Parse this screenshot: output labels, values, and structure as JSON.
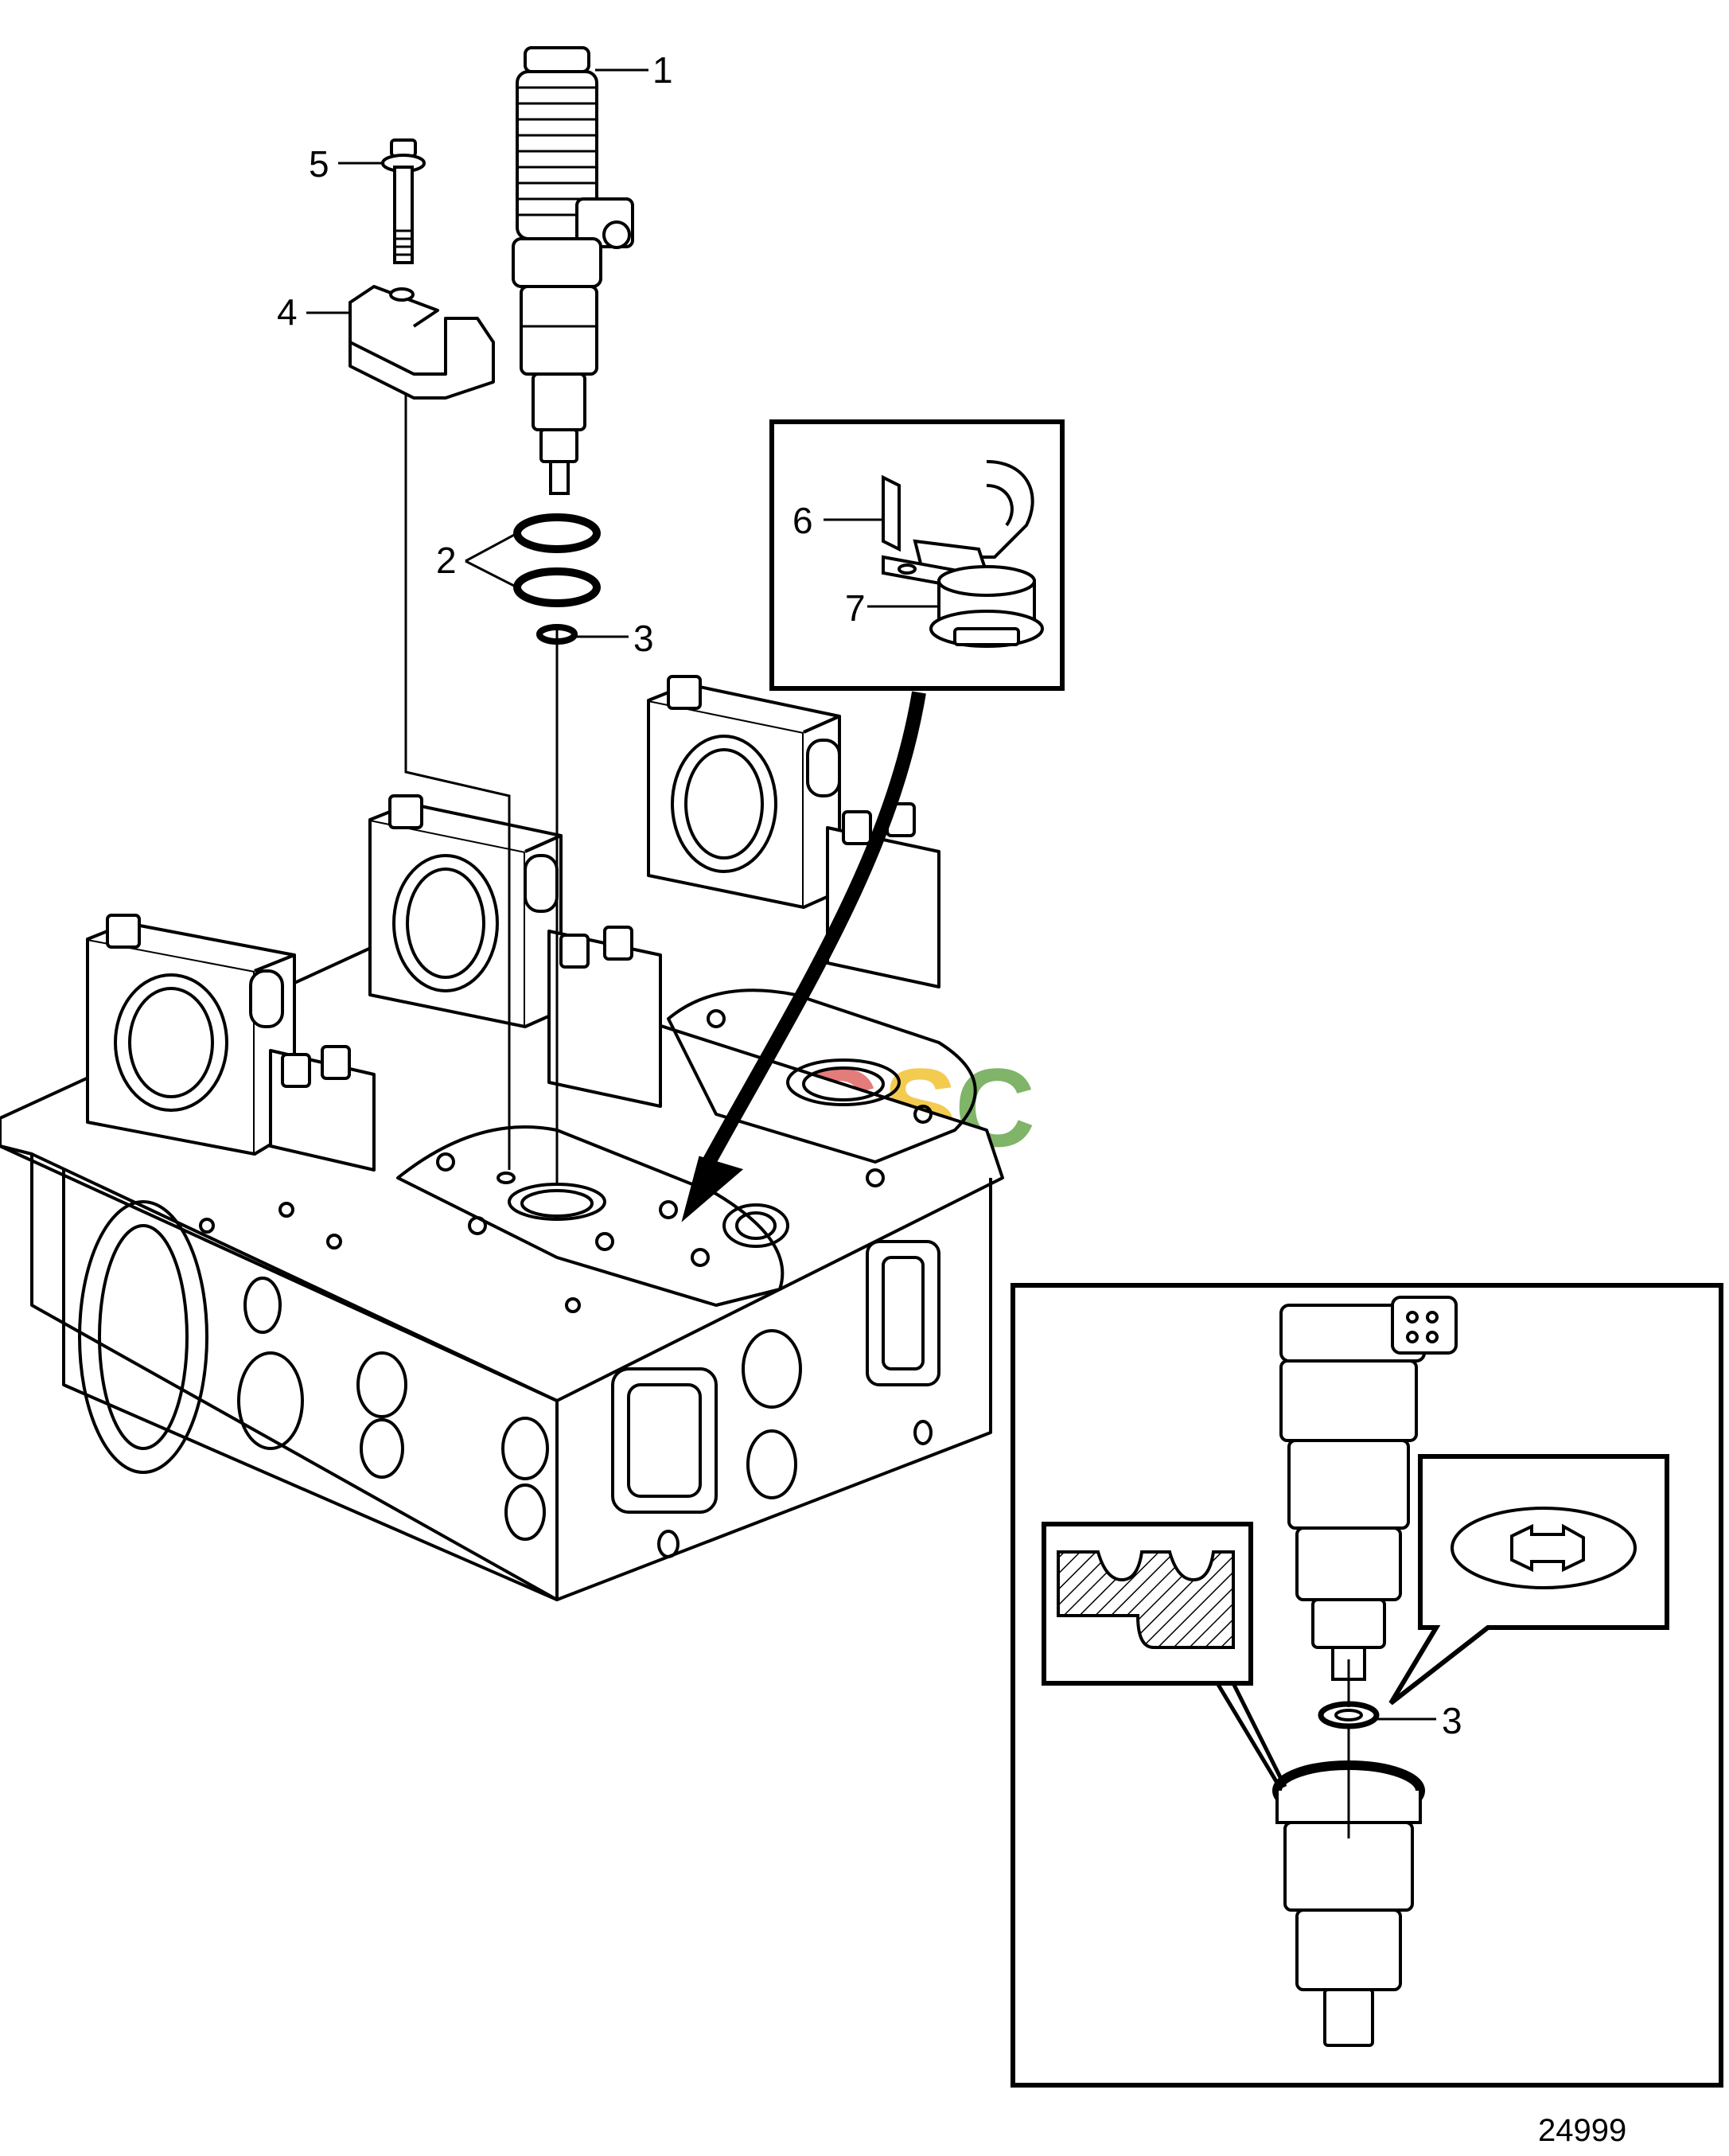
{
  "callouts": {
    "n1": "1",
    "n2": "2",
    "n3": "3",
    "n4": "4",
    "n5": "5",
    "n6": "6",
    "n7": "7",
    "n3_detail": "3"
  },
  "figure_number": "24999",
  "watermark": {
    "text": "CGSC",
    "colors": [
      "#4a86e8",
      "#e06666",
      "#f1c232",
      "#6aa84f"
    ]
  },
  "icons": [
    "unit-injector",
    "o-ring",
    "sealing-washer",
    "clamp",
    "flange-screw",
    "cable-tie",
    "fastener",
    "cylinder-head",
    "arrow"
  ],
  "colors": {
    "line": "#000000",
    "background": "#ffffff"
  }
}
